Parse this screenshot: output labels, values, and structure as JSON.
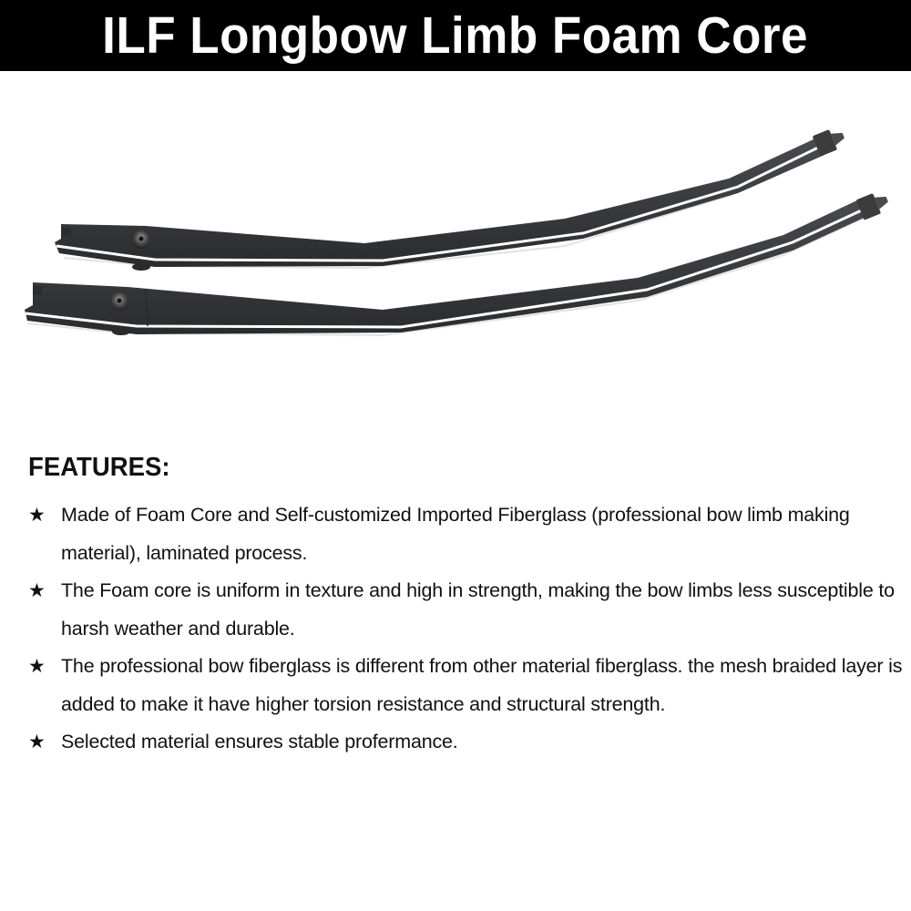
{
  "header": {
    "title": "ILF Longbow Limb Foam Core",
    "background_color": "#000000",
    "text_color": "#ffffff"
  },
  "product_image": {
    "description": "Two black ILF longbow limbs with white fiberglass edge stripe, limb bolt fittings at the left and string tips at the right",
    "limb_color": "#3a3b3d",
    "stripe_color": "#ffffff"
  },
  "features": {
    "heading": "FEATURES:",
    "bullet_icon": "star-icon",
    "bullet_glyph": "★",
    "items": [
      {
        "text": "Made of Foam Core and Self-customized Imported Fiberglass (professional bow limb making material), laminated process."
      },
      {
        "text": "The Foam core is uniform in texture and high in strength, making the bow limbs less susceptible to harsh weather and durable."
      },
      {
        "text": "The professional bow fiberglass is different from other material fiberglass. the mesh braided layer is added to make it have higher torsion resistance and structural strength."
      },
      {
        "text": "Selected material ensures stable profermance."
      }
    ]
  }
}
